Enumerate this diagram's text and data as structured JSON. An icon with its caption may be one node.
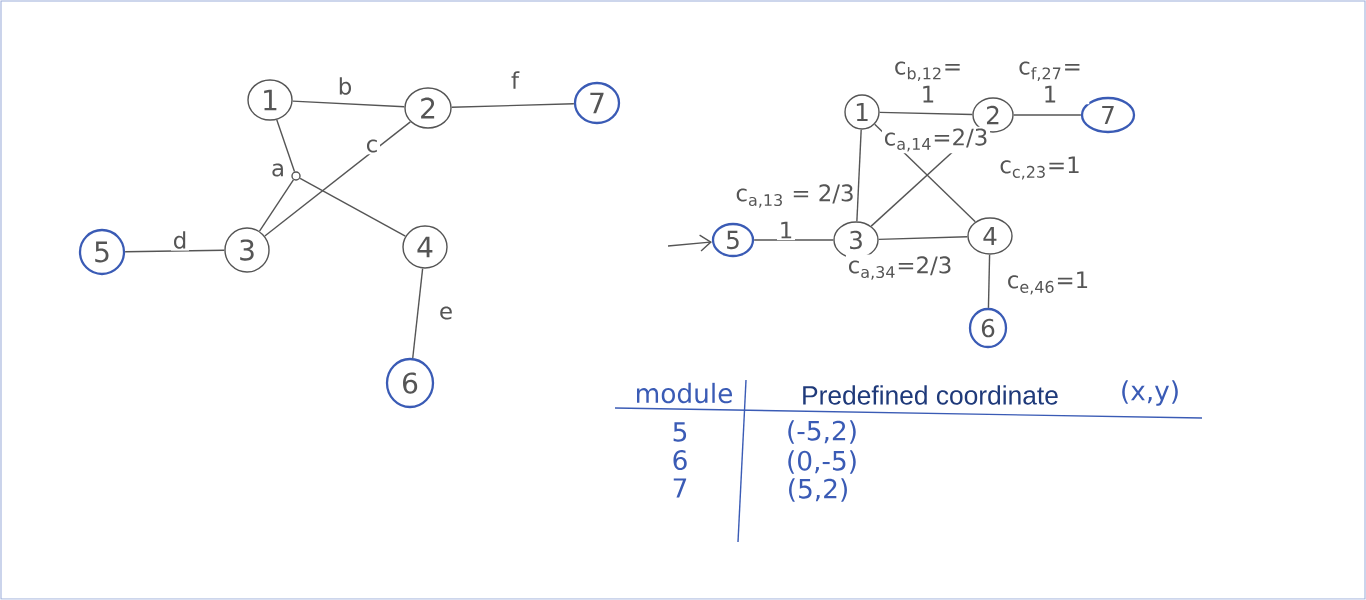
{
  "diagram": {
    "nodes": [
      {
        "text": [
          "1"
        ]
      },
      {
        "text": [
          "2"
        ]
      },
      {
        "text": [
          "3"
        ]
      },
      {
        "text": [
          "4"
        ]
      },
      {
        "text": [
          "5"
        ]
      },
      {
        "text": [
          "6"
        ]
      },
      {
        "text": [
          "7"
        ]
      },
      {
        "text": [],
        "shape": "circle"
      },
      {
        "text": [
          "1"
        ]
      },
      {
        "text": [
          "2"
        ]
      },
      {
        "text": [
          "3"
        ]
      },
      {
        "text": [
          "4"
        ]
      },
      {
        "text": [
          "5"
        ]
      },
      {
        "text": [
          "6"
        ]
      },
      {
        "text": [
          "7"
        ]
      }
    ],
    "edges": [
      {
        "from": 0,
        "to": 1,
        "arrow": "none",
        "label": "b"
      },
      {
        "from": 1,
        "to": 6,
        "arrow": "none",
        "label": "f"
      },
      {
        "from": 1,
        "to": 2,
        "arrow": "none",
        "label": "c"
      },
      {
        "from": 0,
        "to": 7,
        "arrow": "none",
        "label": "a"
      },
      {
        "from": 7,
        "to": 2,
        "arrow": "none"
      },
      {
        "from": 7,
        "to": 3,
        "arrow": "none"
      },
      {
        "from": 4,
        "to": 2,
        "arrow": "none",
        "label": "d"
      },
      {
        "from": 3,
        "to": 5,
        "arrow": "none",
        "label": "e"
      },
      {
        "from": 8,
        "to": 9,
        "arrow": "none",
        "label": "c$_{b,12}$= 1"
      },
      {
        "from": 9,
        "to": 14,
        "arrow": "none",
        "label": "c$_{f,27}$= 1"
      },
      {
        "from": 8,
        "to": 10,
        "arrow": "none",
        "label": "c$_{a,13}$ = 2/3"
      },
      {
        "from": 8,
        "to": 11,
        "arrow": "none",
        "label": "c$_{a,14}$=2/3"
      },
      {
        "from": 9,
        "to": 10,
        "arrow": "none",
        "label": "c$_{c,23}$=1"
      },
      {
        "from": 12,
        "to": 10,
        "arrow": "none",
        "label": "1"
      },
      {
        "from": 10,
        "to": 11,
        "arrow": "none",
        "label": "c$_{a,34}$=2/3"
      },
      {
        "from": 11,
        "to": 13,
        "arrow": "none",
        "label": "c$_{e,46}$=1"
      },
      {
        "from": null,
        "to": 12,
        "arrow": "to"
      }
    ],
    "labels": [
      "module",
      "Predefined coordinate",
      "(x,y)",
      "5",
      "(-5,2)",
      "6",
      "(0,-5)",
      "7",
      "(5,2)"
    ]
  }
}
